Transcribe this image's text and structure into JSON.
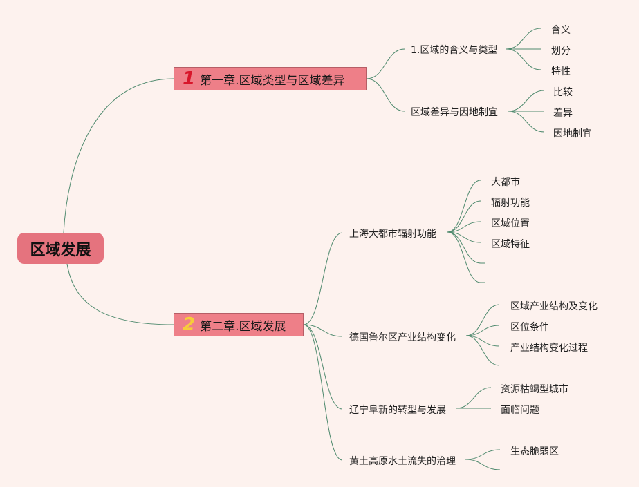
{
  "root": {
    "title": "区域发展"
  },
  "chapters": [
    {
      "badge": "1",
      "title": "第一章.区域类型与区域差异",
      "sections": [
        {
          "title": "1.区域的含义与类型",
          "items": [
            "含义",
            "划分",
            "特性"
          ]
        },
        {
          "title": "区域差异与因地制宜",
          "items": [
            "比较",
            "差异",
            "因地制宜"
          ]
        }
      ]
    },
    {
      "badge": "2",
      "title": "第二章.区域发展",
      "sections": [
        {
          "title": "上海大都市辐射功能",
          "items": [
            "大都市",
            "辐射功能",
            "区域位置",
            "区域特征",
            "",
            ""
          ]
        },
        {
          "title": "德国鲁尔区产业结构变化",
          "items": [
            "区域产业结构及变化",
            "区位条件",
            "产业结构变化过程",
            ""
          ]
        },
        {
          "title": "辽宁阜新的转型与发展",
          "items": [
            "资源枯竭型城市",
            "面临问题"
          ]
        },
        {
          "title": "黄土高原水土流失的治理",
          "items": [
            "生态脆弱区",
            ""
          ]
        }
      ]
    }
  ],
  "colors": {
    "background": "#fdf2ee",
    "root": "#e5737e",
    "chapter": "#ee7f88",
    "edge": "#4f8a6e",
    "badge1": "#d8162a",
    "badge2": "#f7cc3a"
  }
}
